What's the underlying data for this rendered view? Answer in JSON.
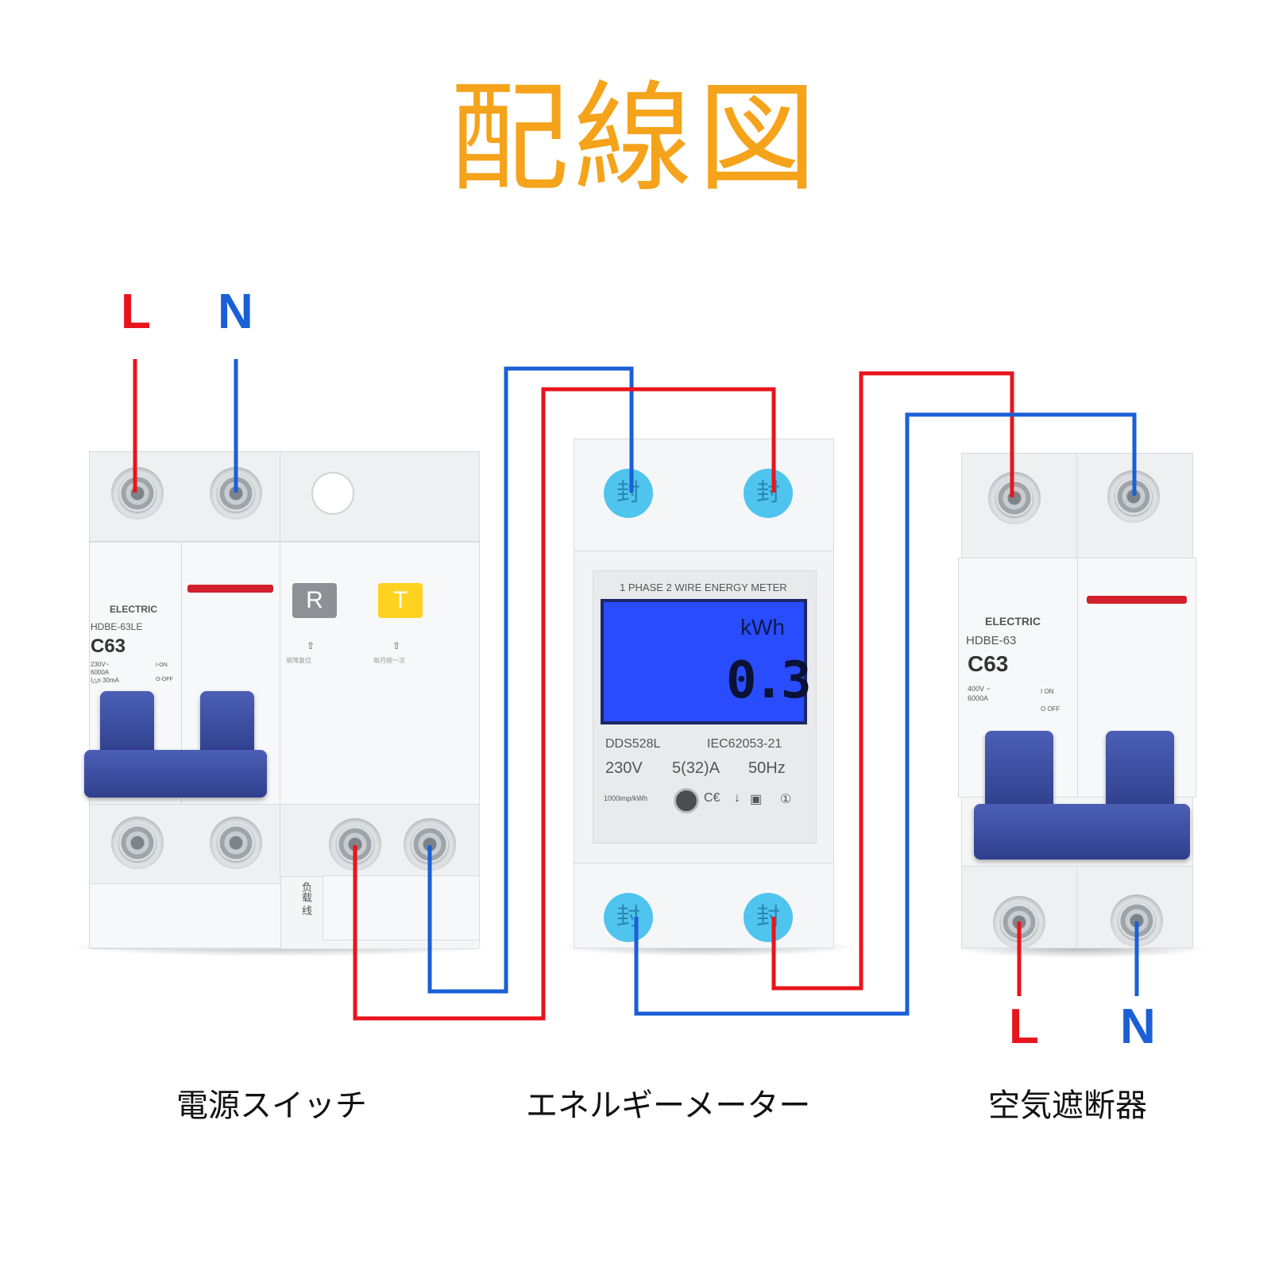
{
  "title": "配線図",
  "input_terminals": {
    "L": "L",
    "N": "N"
  },
  "output_terminals": {
    "L": "L",
    "N": "N"
  },
  "colors": {
    "live": "#e8141c",
    "neutral": "#1a5fd6",
    "title": "#f5a31a"
  },
  "devices": {
    "power_switch": {
      "caption": "電源スイッチ",
      "brand": "ELECTRIC",
      "model": "HDBE-63LE",
      "rating": "C63",
      "spec_lines": [
        "230V~",
        "6000A",
        "I△n 30mA"
      ],
      "on_off": [
        "I-ON",
        "O-OFF"
      ],
      "test_buttons": [
        "R",
        "T"
      ],
      "button_captions": [
        "故障复位",
        "每月按一次"
      ],
      "side_text": "负载 线"
    },
    "energy_meter": {
      "caption": "エネルギーメーター",
      "header": "1 PHASE 2 WIRE ENERGY METER",
      "display_unit": "kWh",
      "display_value": "0.3",
      "model": "DDS528L",
      "standard": "IEC62053-21",
      "voltage": "230V",
      "current": "5(32)A",
      "frequency": "50Hz",
      "impulse": "1000imp/kWh",
      "seal_glyph": "封"
    },
    "air_breaker": {
      "caption": "空気遮断器",
      "brand": "ELECTRIC",
      "model": "HDBE-63",
      "rating": "C63",
      "spec_lines": [
        "400V ~",
        "6000A"
      ],
      "on_off": [
        "I ON",
        "O OFF"
      ]
    }
  }
}
